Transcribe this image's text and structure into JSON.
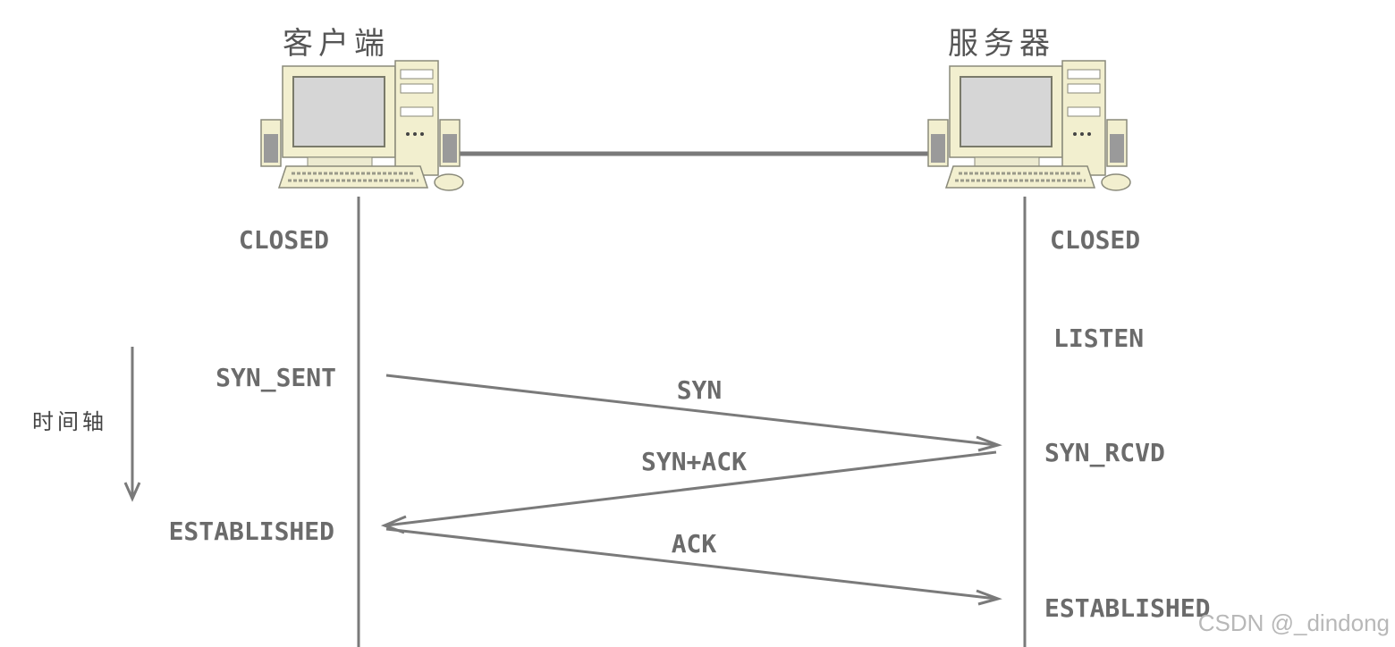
{
  "client": {
    "title": "客户端",
    "states": {
      "closed": "CLOSED",
      "syn_sent": "SYN_SENT",
      "established": "ESTABLISHED"
    }
  },
  "server": {
    "title": "服务器",
    "states": {
      "closed": "CLOSED",
      "listen": "LISTEN",
      "syn_rcvd": "SYN_RCVD",
      "established": "ESTABLISHED"
    }
  },
  "messages": {
    "syn": "SYN",
    "syn_ack": "SYN+ACK",
    "ack": "ACK"
  },
  "time_axis_label": "时间轴",
  "watermark": "CSDN @_dindong",
  "colors": {
    "line": "#7a7a7a",
    "text": "#6b6b6b",
    "computer_beige": "#f2efcf",
    "screen": "#d6d6d6"
  }
}
